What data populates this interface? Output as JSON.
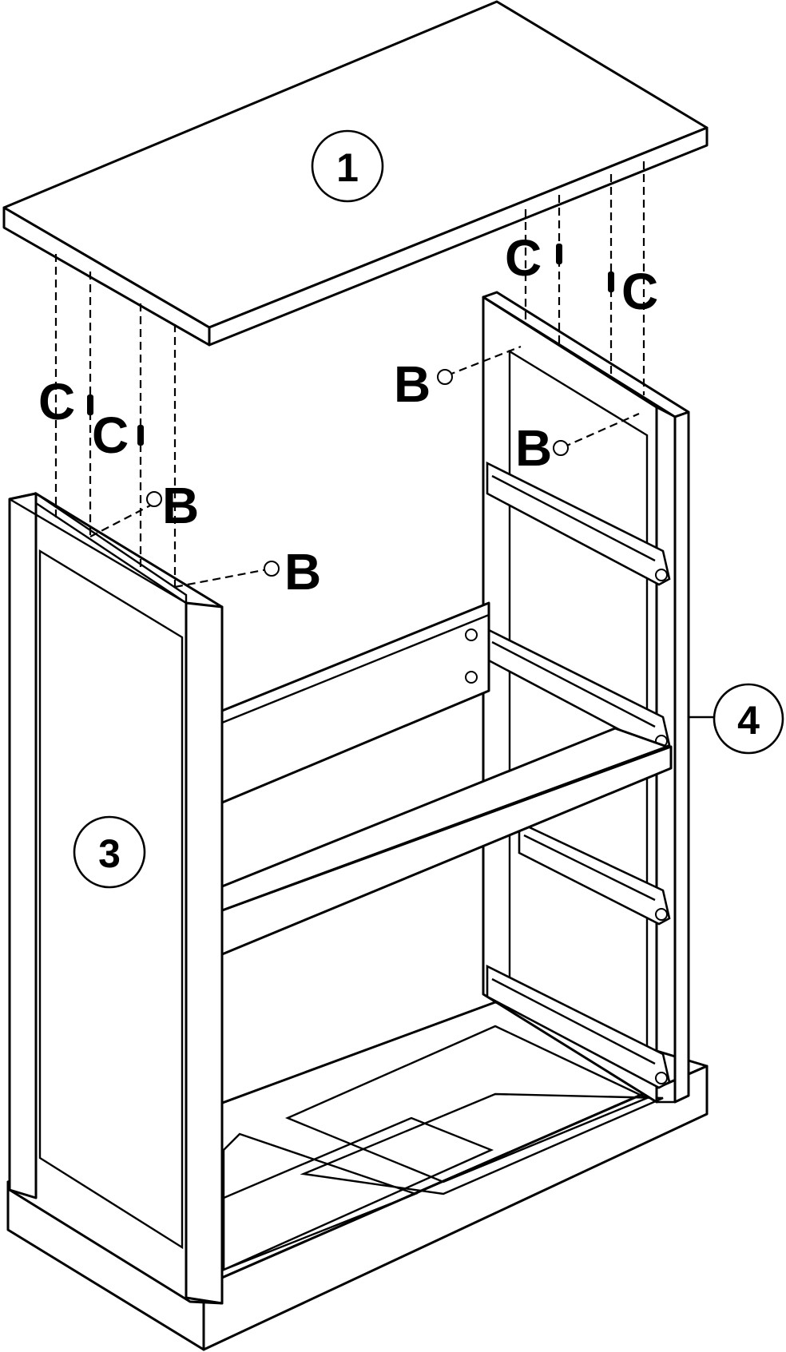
{
  "diagram": {
    "parts": [
      {
        "id": "top-panel",
        "label": "1"
      },
      {
        "id": "left-side-panel",
        "label": "3"
      },
      {
        "id": "right-side-panel",
        "label": "4"
      }
    ],
    "hardware_labels": {
      "cam_bolt": "C",
      "cam_lock": "B"
    }
  }
}
